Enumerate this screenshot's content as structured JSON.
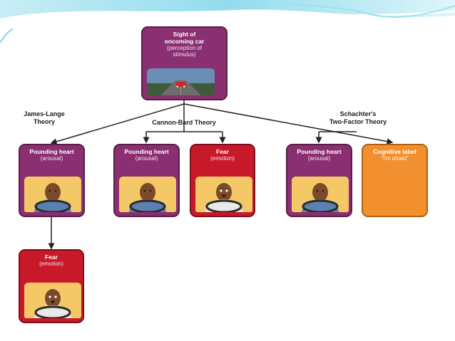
{
  "stimulus": {
    "title": "Sight of\noncoming car",
    "subtitle": "(perception of\nstimulus)"
  },
  "theories": {
    "james_lange": "James-Lange\nTheory",
    "cannon_bard": "Cannon-Bard Theory",
    "schachter": "Schachter's\nTwo-Factor Theory"
  },
  "boxes": {
    "jl_arousal": {
      "title": "Pounding heart",
      "subtitle": "(arousal)"
    },
    "jl_fear": {
      "title": "Fear",
      "subtitle": "(emotion)"
    },
    "cb_arousal": {
      "title": "Pounding heart",
      "subtitle": "(arousal)"
    },
    "cb_fear": {
      "title": "Fear",
      "subtitle": "(emotion)"
    },
    "sc_arousal": {
      "title": "Pounding heart",
      "subtitle": "(arousal)"
    },
    "sc_label": {
      "title": "Cognitive label",
      "subtitle": "\"I'm afraid\""
    }
  },
  "colors": {
    "arousal_box": "#8a2f72",
    "emotion_box": "#c8192b",
    "cognitive_box": "#f2902f",
    "slide_accent": "#7fd6ea"
  }
}
